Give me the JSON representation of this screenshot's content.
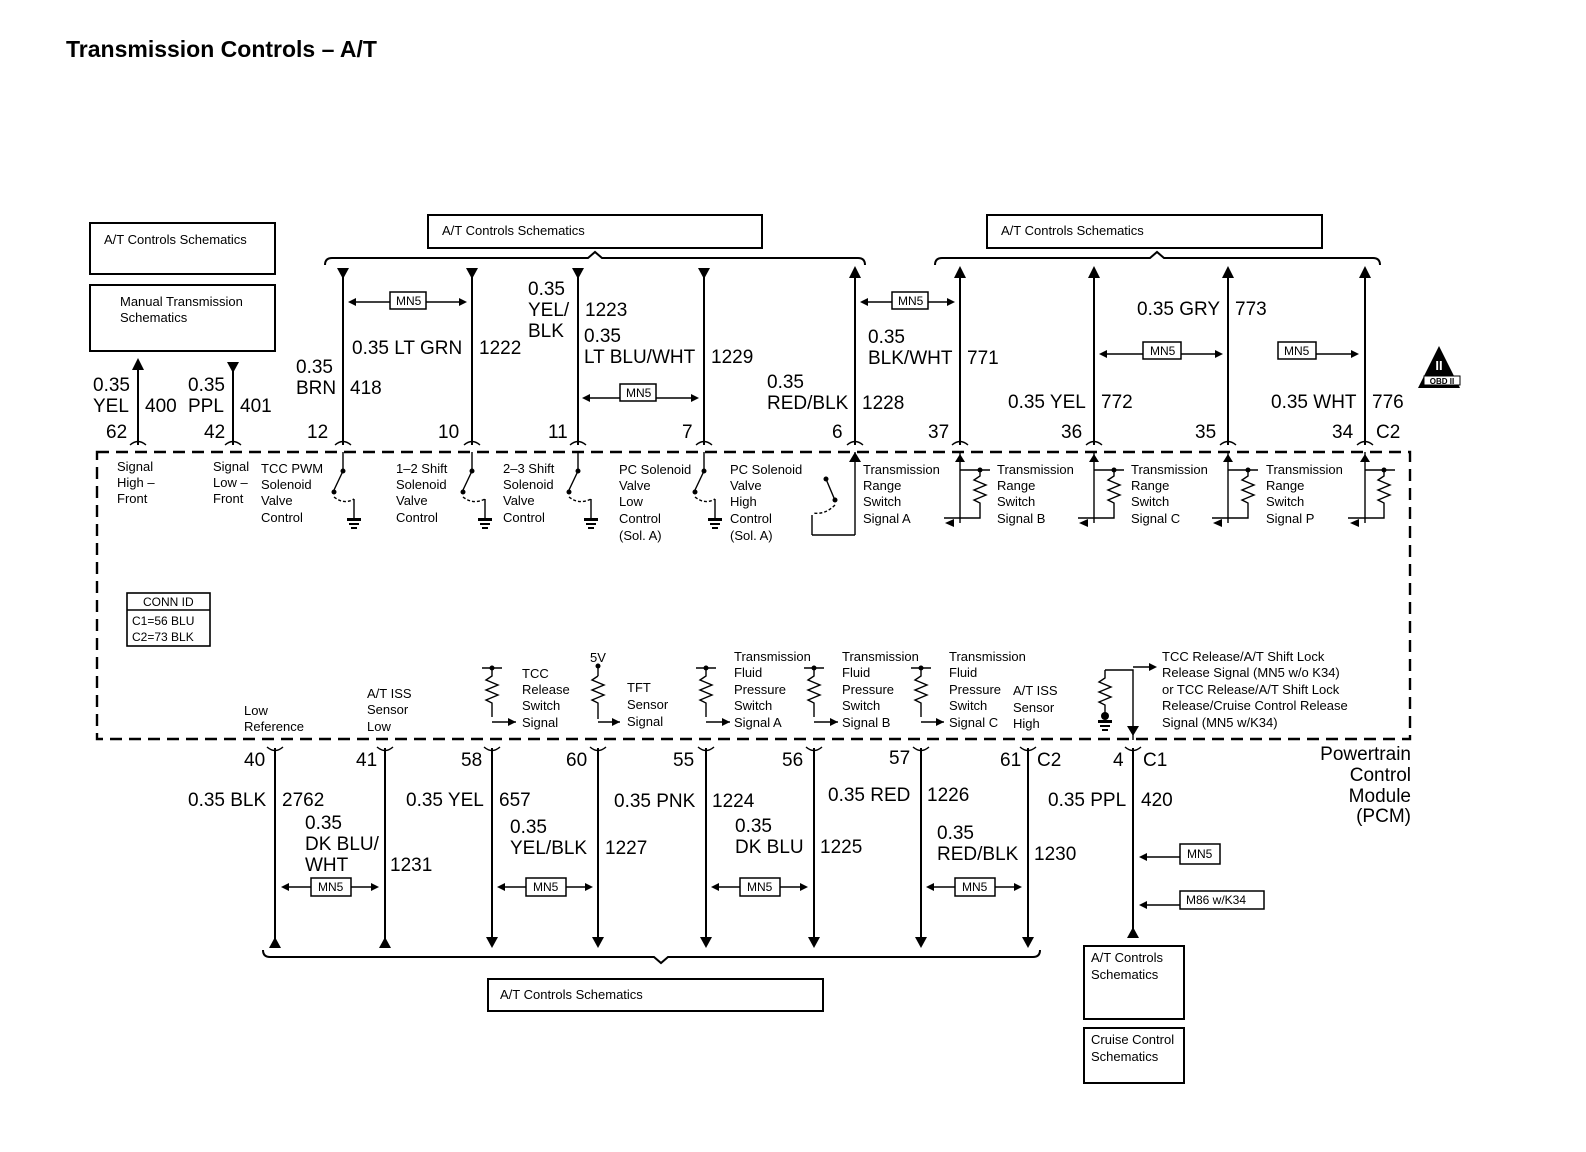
{
  "title": "Transmission Controls – A/T",
  "ref_boxes": {
    "at_controls": "A/T Controls Schematics",
    "manual_trans_1": "Manual Transmission",
    "manual_trans_2": "Schematics",
    "at_controls_1": "A/T Controls",
    "at_controls_2": "Schematics",
    "cruise_1": "Cruise Control",
    "cruise_2": "Schematics"
  },
  "option_tags": {
    "mn5": "MN5",
    "m86": "M86 w/K34"
  },
  "top_wires": [
    {
      "size": "0.35",
      "color": "YEL",
      "circuit": "400",
      "pin": "62"
    },
    {
      "size": "0.35",
      "color": "PPL",
      "circuit": "401",
      "pin": "42"
    },
    {
      "size": "0.35",
      "color": "BRN",
      "circuit": "418",
      "pin": "12"
    },
    {
      "size": "0.35 LT GRN",
      "circuit": "1222",
      "pin": "10"
    },
    {
      "size": "0.35",
      "color1": "YEL/",
      "color2": "BLK",
      "circuit": "1223",
      "pin": "11"
    },
    {
      "size": "0.35",
      "color": "LT BLU/WHT",
      "circuit": "1229",
      "pin": "7"
    },
    {
      "size": "0.35",
      "color": "RED/BLK",
      "circuit": "1228",
      "pin": "6"
    },
    {
      "size": "0.35",
      "color": "BLK/WHT",
      "circuit": "771",
      "pin": "37"
    },
    {
      "size": "0.35 YEL",
      "circuit": "772",
      "pin": "36"
    },
    {
      "size": "0.35 GRY",
      "circuit": "773",
      "pin": "35"
    },
    {
      "size": "0.35 WHT",
      "circuit": "776",
      "pin": "34"
    }
  ],
  "top_connector": "C2",
  "top_labels": [
    {
      "l1": "Signal",
      "l2": "High –",
      "l3": "Front"
    },
    {
      "l1": "Signal",
      "l2": "Low –",
      "l3": "Front"
    },
    {
      "l1": "TCC PWM",
      "l2": "Solenoid",
      "l3": "Valve",
      "l4": "Control"
    },
    {
      "l1": "1–2 Shift",
      "l2": "Solenoid",
      "l3": "Valve",
      "l4": "Control"
    },
    {
      "l1": "2–3 Shift",
      "l2": "Solenoid",
      "l3": "Valve",
      "l4": "Control"
    },
    {
      "l1": "PC Solenoid",
      "l2": "Valve",
      "l3": "Low",
      "l4": "Control",
      "l5": "(Sol. A)"
    },
    {
      "l1": "PC Solenoid",
      "l2": "Valve",
      "l3": "High",
      "l4": "Control",
      "l5": "(Sol. A)"
    },
    {
      "l1": "Transmission",
      "l2": "Range",
      "l3": "Switch",
      "l4": "Signal A"
    },
    {
      "l1": "Transmission",
      "l2": "Range",
      "l3": "Switch",
      "l4": "Signal B"
    },
    {
      "l1": "Transmission",
      "l2": "Range",
      "l3": "Switch",
      "l4": "Signal C"
    },
    {
      "l1": "Transmission",
      "l2": "Range",
      "l3": "Switch",
      "l4": "Signal P"
    }
  ],
  "conn_id": {
    "header": "CONN ID",
    "c1": "C1=56 BLU",
    "c2": "C2=73 BLK"
  },
  "bottom_labels": [
    {
      "l1": "Low",
      "l2": "Reference"
    },
    {
      "l1": "A/T ISS",
      "l2": "Sensor",
      "l3": "Low"
    },
    {
      "l1": "TCC",
      "l2": "Release",
      "l3": "Switch",
      "l4": "Signal"
    },
    {
      "l1": "5V"
    },
    {
      "l1": "TFT",
      "l2": "Sensor",
      "l3": "Signal"
    },
    {
      "l1": "Transmission",
      "l2": "Fluid",
      "l3": "Pressure",
      "l4": "Switch",
      "l5": "Signal A"
    },
    {
      "l1": "Transmission",
      "l2": "Fluid",
      "l3": "Pressure",
      "l4": "Switch",
      "l5": "Signal B"
    },
    {
      "l1": "Transmission",
      "l2": "Fluid",
      "l3": "Pressure",
      "l4": "Switch",
      "l5": "Signal C"
    },
    {
      "l1": "A/T ISS",
      "l2": "Sensor",
      "l3": "High"
    },
    {
      "l1": "TCC Release/A/T Shift Lock",
      "l2": "Release Signal (MN5 w/o K34)",
      "l3": "or TCC Release/A/T Shift Lock",
      "l4": "Release/Cruise Control Release",
      "l5": "Signal (MN5 w/K34)"
    }
  ],
  "bottom_wires": [
    {
      "pin": "40",
      "size": "0.35 BLK",
      "circuit": "2762"
    },
    {
      "pin": "41",
      "size": "0.35",
      "c1": "DK BLU/",
      "c2": "WHT",
      "circuit": "1231"
    },
    {
      "pin": "58",
      "size": "0.35 YEL",
      "circuit": "657"
    },
    {
      "pin": "60",
      "size": "0.35",
      "color": "YEL/BLK",
      "circuit": "1227"
    },
    {
      "pin": "55",
      "size": "0.35 PNK",
      "circuit": "1224"
    },
    {
      "pin": "56",
      "size": "0.35",
      "color": "DK BLU",
      "circuit": "1225"
    },
    {
      "pin": "57",
      "size": "0.35 RED",
      "circuit": "1226"
    },
    {
      "pin": "61",
      "size": "0.35",
      "color": "RED/BLK",
      "circuit": "1230"
    },
    {
      "pin": "4",
      "size": "0.35 PPL",
      "circuit": "420"
    }
  ],
  "bottom_connectors": {
    "c2": "C2",
    "c1": "C1"
  },
  "module": {
    "l1": "Powertrain",
    "l2": "Control",
    "l3": "Module",
    "l4": "(PCM)"
  },
  "obd": {
    "roman": "II",
    "text": "OBD II"
  }
}
